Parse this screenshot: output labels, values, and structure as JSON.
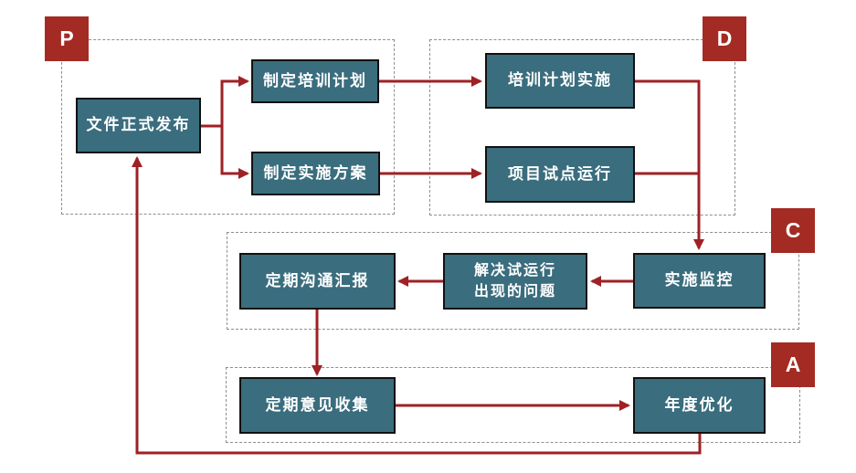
{
  "diagram": {
    "type": "flowchart",
    "badges": {
      "plan": "P",
      "do": "D",
      "check": "C",
      "act": "A"
    },
    "nodes": {
      "doc_release": "文件正式发布",
      "make_training_plan": "制定培训计划",
      "make_impl_plan": "制定实施方案",
      "training_impl": "培训计划实施",
      "pilot_run": "项目试点运行",
      "impl_monitor": "实施监控",
      "solve_line1": "解决试运行",
      "solve_line2": "出现的问题",
      "comm_report": "定期沟通汇报",
      "opinion_collect": "定期意见收集",
      "annual_optimize": "年度优化"
    },
    "colors": {
      "node_fill": "#3A6D7E",
      "node_border": "#111111",
      "node_text": "#FFFFFF",
      "badge_bg": "#A32B24",
      "badge_text": "#FFFFFF",
      "arrow": "#9E2125",
      "dashed_border": "#8E8E8E",
      "background": "#FFFFFF"
    }
  }
}
